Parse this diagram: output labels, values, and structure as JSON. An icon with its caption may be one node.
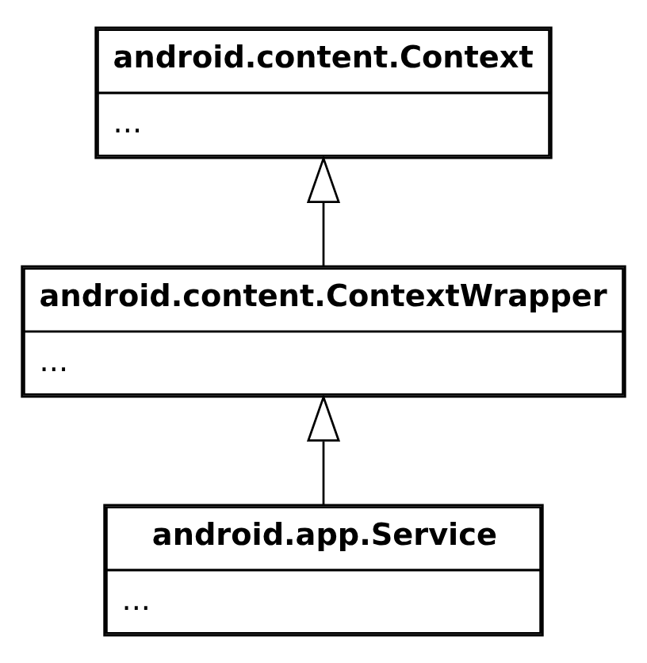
{
  "diagram": {
    "nodes": [
      {
        "text": [
          "android.content.Context",
          "..."
        ]
      },
      {
        "text": [
          "android.content.ContextWrapper",
          "..."
        ]
      },
      {
        "text": [
          "android.app.Service",
          "..."
        ]
      }
    ],
    "edges": [
      {
        "from": 1,
        "to": 0,
        "arrow": "to"
      },
      {
        "from": 2,
        "to": 1,
        "arrow": "to"
      }
    ]
  }
}
